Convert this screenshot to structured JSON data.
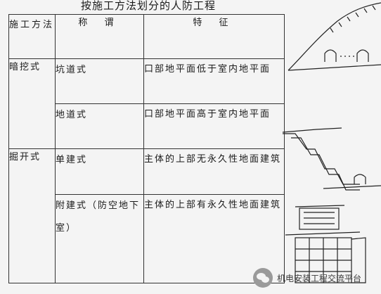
{
  "title": "按施工方法划分的人防工程",
  "table": {
    "headers": {
      "method": "施工方法",
      "name": "称 谓",
      "feature": "特 征"
    },
    "groups": [
      {
        "method": "暗挖式",
        "rows": [
          {
            "name": "坑道式",
            "feature": "口部地平面低于室内地平面"
          },
          {
            "name": "地道式",
            "feature": "口部地平面高于室内地平面"
          }
        ]
      },
      {
        "method": "掘开式",
        "rows": [
          {
            "name": "单建式",
            "feature": "主体的上部无永久性地面建筑"
          },
          {
            "name": "附建式（防空地下室）",
            "feature": "主体的上部有永久性地面建筑"
          }
        ]
      }
    ]
  },
  "watermark": {
    "icon": "wechat-icon",
    "text": "机电安装工程交流平台"
  }
}
